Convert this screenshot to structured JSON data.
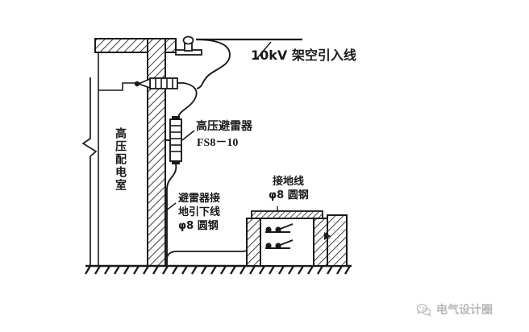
{
  "diagram": {
    "title_hidden": "",
    "labels": {
      "overhead_line": "10kV 架空引入线",
      "arrester_name": "高压避雷器",
      "arrester_model": "FS8－10",
      "ground_wire_line1": "接地线",
      "ground_wire_line2": "φ8 圆钢",
      "down_conductor_line1": "避雷器接",
      "down_conductor_line2": "地引下线",
      "down_conductor_line3": "φ8 圆钢",
      "room": "高压配电室"
    },
    "components": {
      "pin_insulator": "pin-insulator",
      "wall_bushing": "wall-bushing",
      "surge_arrester": "surge-arrester",
      "switchgear_cabinet": "switchgear-cabinet",
      "disconnect_switch_count": 2,
      "earth_ground": "ground-hatching",
      "break_symbol": "break-line-zigzag"
    },
    "colors": {
      "ink": "#1a1a1a",
      "paper": "#ffffff",
      "watermark": "#8d8d8d"
    }
  },
  "watermark": {
    "text": "电气设计圈",
    "icon": "wechat-logo-icon"
  }
}
